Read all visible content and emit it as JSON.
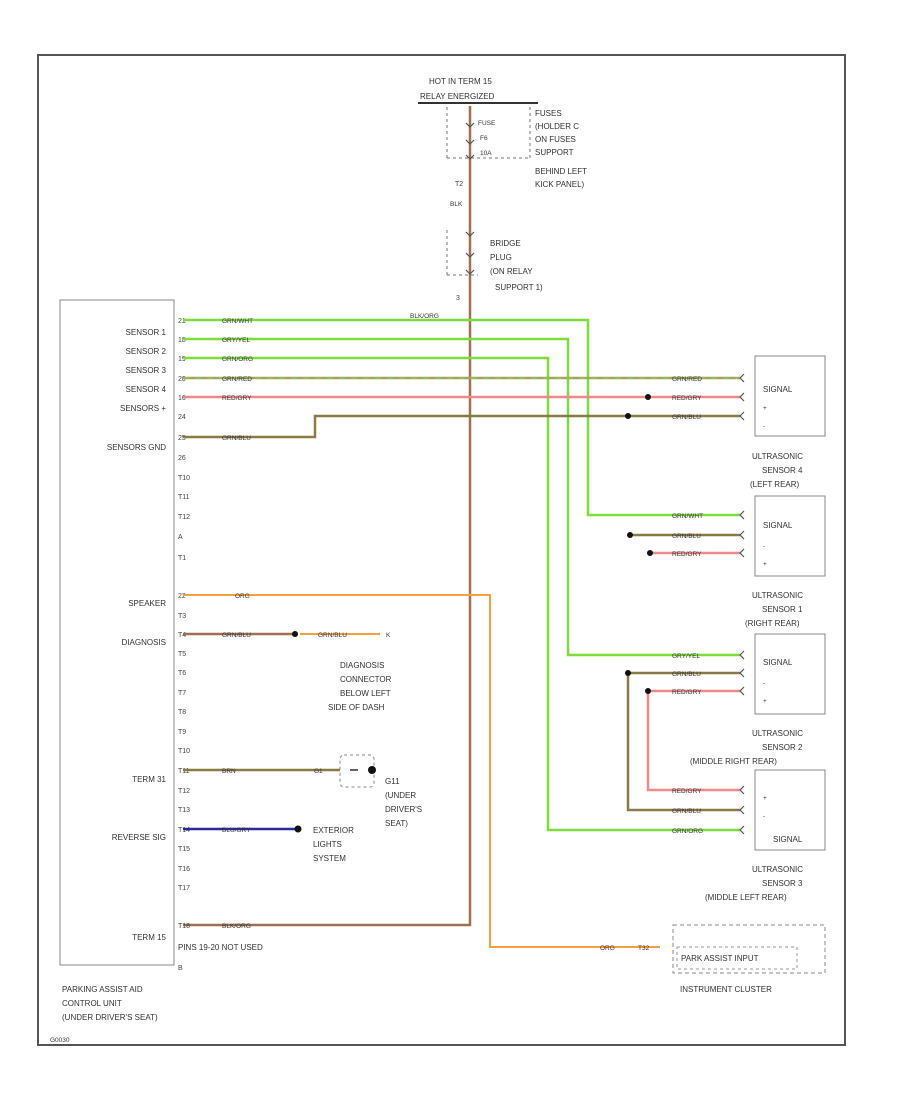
{
  "relay": {
    "title1": "HOT IN TERM 15",
    "title2": "RELAY ENERGIZED",
    "fuse_labels": [
      "FUSE",
      "F6",
      "10A"
    ],
    "fuse_desc": [
      "FUSES",
      "(HOLDER C",
      "ON FUSES",
      "SUPPORT",
      "BEHIND LEFT",
      "KICK PANEL)"
    ],
    "pin": "T2",
    "wire": "BLK"
  },
  "bridge": {
    "desc": [
      "BRIDGE",
      "PLUG",
      "(ON RELAY",
      "SUPPORT 1)"
    ],
    "pin": "3",
    "wire": "BLK/ORG"
  },
  "control_unit": {
    "labels": [
      "SENSOR 1",
      "SENSOR 2",
      "SENSOR 3",
      "SENSOR 4",
      "SENSORS +",
      "SENSORS GND",
      "SPEAKER",
      "DIAGNOSIS",
      "TERM 31",
      "REVERSE SIG",
      "TERM 15"
    ],
    "pins": [
      "21",
      "18",
      "19",
      "20",
      "16",
      "24",
      "25",
      "26",
      "T10",
      "T11",
      "T12",
      "A",
      "T1",
      "22",
      "T3",
      "T4",
      "T5",
      "T6",
      "T7",
      "T8",
      "T9",
      "T10",
      "T11",
      "T12",
      "T13",
      "T14",
      "T15",
      "T16",
      "T17",
      "T18"
    ],
    "wires": [
      "GRN/WHT",
      "GRY/YEL",
      "GRN/ORG",
      "GRN/RED",
      "RED/GRY",
      "GRN/BLU",
      "ORG",
      "GRN/BLU",
      "BRN",
      "BLU/GRY",
      "BLK/ORG"
    ],
    "note": "PINS 19-20 NOT USED",
    "ref": "B",
    "title": [
      "PARKING ASSIST AID",
      "CONTROL UNIT",
      "(UNDER DRIVER'S SEAT)"
    ]
  },
  "diagnosis": {
    "wire": "GRN/BLU",
    "pin": "K",
    "desc": [
      "DIAGNOSIS",
      "CONNECTOR",
      "BELOW LEFT",
      "SIDE OF DASH"
    ]
  },
  "ground": {
    "pin": "G1",
    "desc": [
      "G11",
      "(UNDER",
      "DRIVER'S",
      "SEAT)"
    ]
  },
  "exterior": {
    "desc": [
      "EXTERIOR",
      "LIGHTS",
      "SYSTEM"
    ]
  },
  "sensors": [
    {
      "signal": "SIGNAL",
      "wires": [
        "GRN/RED",
        "RED/GRY",
        "GRN/BLU"
      ],
      "caption": [
        "ULTRASONIC",
        "SENSOR 4",
        "(LEFT REAR)"
      ]
    },
    {
      "signal": "SIGNAL",
      "wires": [
        "GRN/WHT",
        "GRN/BLU",
        "RED/GRY"
      ],
      "caption": [
        "ULTRASONIC",
        "SENSOR 1",
        "(RIGHT REAR)"
      ]
    },
    {
      "signal": "SIGNAL",
      "wires": [
        "GRY/YEL",
        "GRN/BLU",
        "RED/GRY"
      ],
      "caption": [
        "ULTRASONIC",
        "SENSOR 2",
        "(MIDDLE RIGHT REAR)"
      ]
    },
    {
      "signal": "SIGNAL",
      "wires": [
        "RED/GRY",
        "GRN/BLU",
        "GRN/ORG"
      ],
      "caption": [
        "ULTRASONIC",
        "SENSOR 3",
        "(MIDDLE LEFT REAR)"
      ]
    }
  ],
  "cluster": {
    "wire": "ORG",
    "pin": "T32",
    "input": "PARK ASSIST INPUT",
    "title": "INSTRUMENT CLUSTER"
  },
  "footer": "G0030",
  "colors": {
    "green": "#7edc3c",
    "brown": "#8a7a45",
    "olive": "#a8a060",
    "pink": "#f08a8a",
    "orange": "#f5a040",
    "blue": "#2a2aa0",
    "copper": "#a07055",
    "border": "#555555"
  }
}
